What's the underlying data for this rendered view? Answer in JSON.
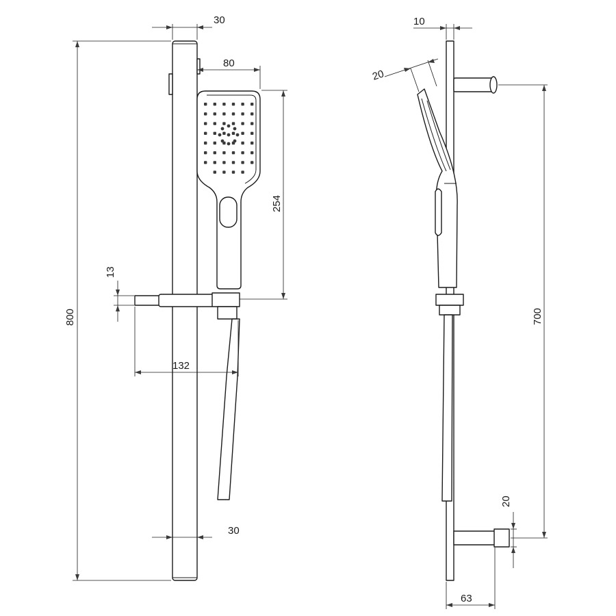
{
  "front_view": {
    "dims": {
      "rail_width": "30",
      "head_width": "80",
      "head_length": "254",
      "total_height": "800",
      "holder_thickness": "13",
      "holder_depth": "132",
      "bottom_width": "30"
    }
  },
  "side_view": {
    "dims": {
      "rail_thickness": "10",
      "head_tilt": "20",
      "bracket_spacing": "700",
      "bracket_diameter": "20",
      "wall_offset": "63"
    }
  },
  "colors": {
    "line": "#1a1a1a",
    "nozzle": "#3a3a3a",
    "paper": "#ffffff"
  }
}
